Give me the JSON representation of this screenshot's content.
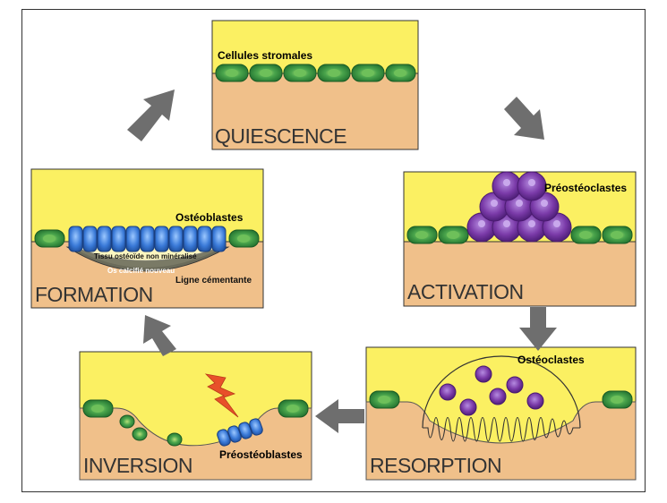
{
  "panels": {
    "quiescence": {
      "title": "QUIESCENCE",
      "cells_label": "Cellules stromales"
    },
    "activation": {
      "title": "ACTIVATION",
      "cells_label": "Préostéoclastes"
    },
    "resorption": {
      "title": "RESORPTION",
      "cells_label": "Ostéoclastes"
    },
    "inversion": {
      "title": "INVERSION",
      "cells_label": "Préostéoblastes"
    },
    "formation": {
      "title": "FORMATION",
      "cells_label": "Ostéoblastes",
      "layer_osteoid": "Tissu ostéoïde non minéralisé",
      "layer_new_bone": "Os calcifié nouveau",
      "layer_cement": "Ligne cémentante"
    }
  },
  "colors": {
    "marrow": "#fbf062",
    "bone": "#f0c08a",
    "stromal_cell": "#2e8a3c",
    "osteoclast": "#7a3aa8",
    "osteoblast": "#3a7ad8",
    "arrow": "#6e6e6e",
    "lightning": "#e8502a"
  }
}
